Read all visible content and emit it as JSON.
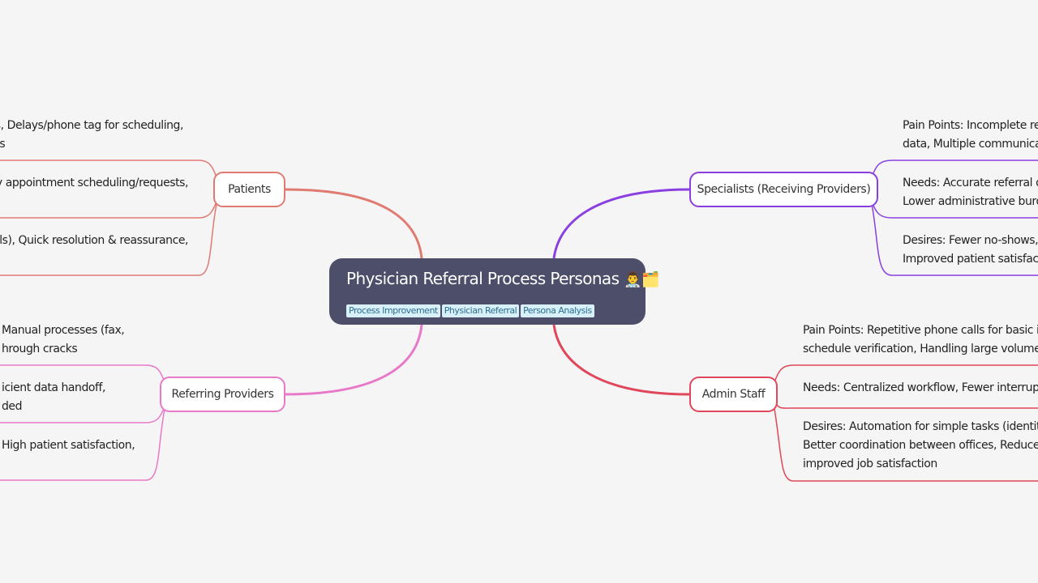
{
  "root": {
    "title": "Physician Referral Process Personas",
    "emoji": "👨‍⚕️🗂️",
    "tags": [
      "Process Improvement",
      "Physician Referral",
      "Persona Analysis"
    ]
  },
  "branches": {
    "patients": {
      "label": "Patients",
      "color": "#e07b72",
      "leaves": [
        [
          "teps, Delays/phone tag for scheduling,",
          "costs"
        ],
        [
          "asy appointment scheduling/requests,"
        ],
        [
          "r calls), Quick resolution & reassurance,"
        ]
      ]
    },
    "referring": {
      "label": "Referring Providers",
      "color": "#e879c9",
      "leaves": [
        [
          "Manual processes (fax,",
          "hrough cracks"
        ],
        [
          "icient data handoff,",
          "ded"
        ],
        [
          "High patient satisfaction,"
        ]
      ]
    },
    "specialists": {
      "label": "Specialists (Receiving Providers)",
      "color": "#8a3fe0",
      "leaves": [
        [
          "Pain Points: Incomplete refe",
          "data, Multiple communicatio"
        ],
        [
          "Needs: Accurate referral deta",
          "Lower administrative burder"
        ],
        [
          "Desires: Fewer no-shows, Cl",
          "Improved patient satisfactio"
        ]
      ]
    },
    "admin": {
      "label": "Admin Staff",
      "color": "#e0475a",
      "leaves": [
        [
          "Pain Points: Repetitive phone calls for basic info,",
          "schedule verification, Handling large volumes lea"
        ],
        [
          "Needs: Centralized workflow, Fewer interruptions"
        ],
        [
          "Desires: Automation for simple tasks (identity co",
          "Better coordination between offices, Reduced ad",
          "improved job satisfaction"
        ]
      ]
    }
  }
}
